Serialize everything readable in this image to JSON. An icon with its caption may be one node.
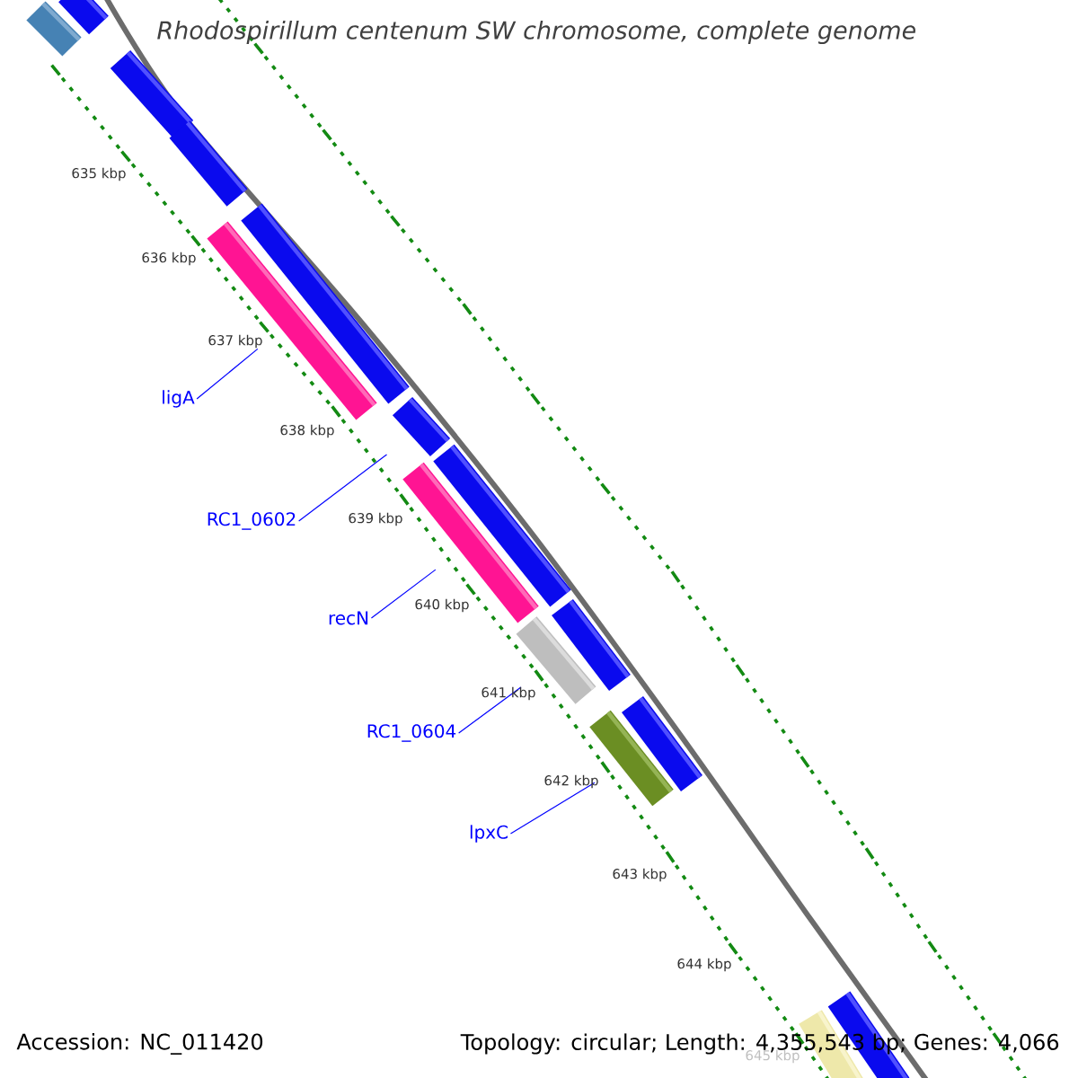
{
  "diagram": {
    "title": "*Rhodospirillum centenum* SW chromosome, complete genome",
    "nodes": [
      {
        "text": [
          "ligA"
        ]
      },
      {
        "text": [
          "RC1_0602"
        ]
      },
      {
        "text": [
          "recN"
        ]
      },
      {
        "text": [
          "RC1_0604"
        ]
      },
      {
        "text": [
          "lpxC"
        ]
      },
      {
        "text": [],
        "shape": "bar"
      },
      {
        "text": [],
        "shape": "bar"
      },
      {
        "text": [],
        "shape": "bar"
      },
      {
        "text": [],
        "shape": "bar"
      },
      {
        "text": [],
        "shape": "bar"
      },
      {
        "text": [],
        "shape": "bar"
      },
      {
        "text": [],
        "shape": "bar"
      },
      {
        "text": [],
        "shape": "bar"
      },
      {
        "text": [],
        "shape": "bar"
      },
      {
        "text": [],
        "shape": "bar"
      },
      {
        "text": [],
        "shape": "bar"
      },
      {
        "text": [],
        "shape": "bar"
      },
      {
        "text": [],
        "shape": "bar"
      },
      {
        "text": [],
        "shape": "bar"
      },
      {
        "text": [],
        "shape": "bar"
      }
    ],
    "edges": [
      {
        "from": 0,
        "to": 10,
        "arrow": "none"
      },
      {
        "from": 1,
        "to": 11,
        "arrow": "none"
      },
      {
        "from": 2,
        "to": 12,
        "arrow": "none"
      },
      {
        "from": 3,
        "to": 15,
        "arrow": "none"
      },
      {
        "from": 4,
        "to": 17,
        "arrow": "none"
      }
    ],
    "labels": [
      "635 kbp",
      "636 kbp",
      "637 kbp",
      "638 kbp",
      "639 kbp",
      "640 kbp",
      "641 kbp",
      "642 kbp",
      "643 kbp",
      "644 kbp",
      "645 kbp",
      "Accession: NC_011420",
      "Topology: circular; Length: 4,355,543 bp; Genes: 4,066"
    ]
  }
}
